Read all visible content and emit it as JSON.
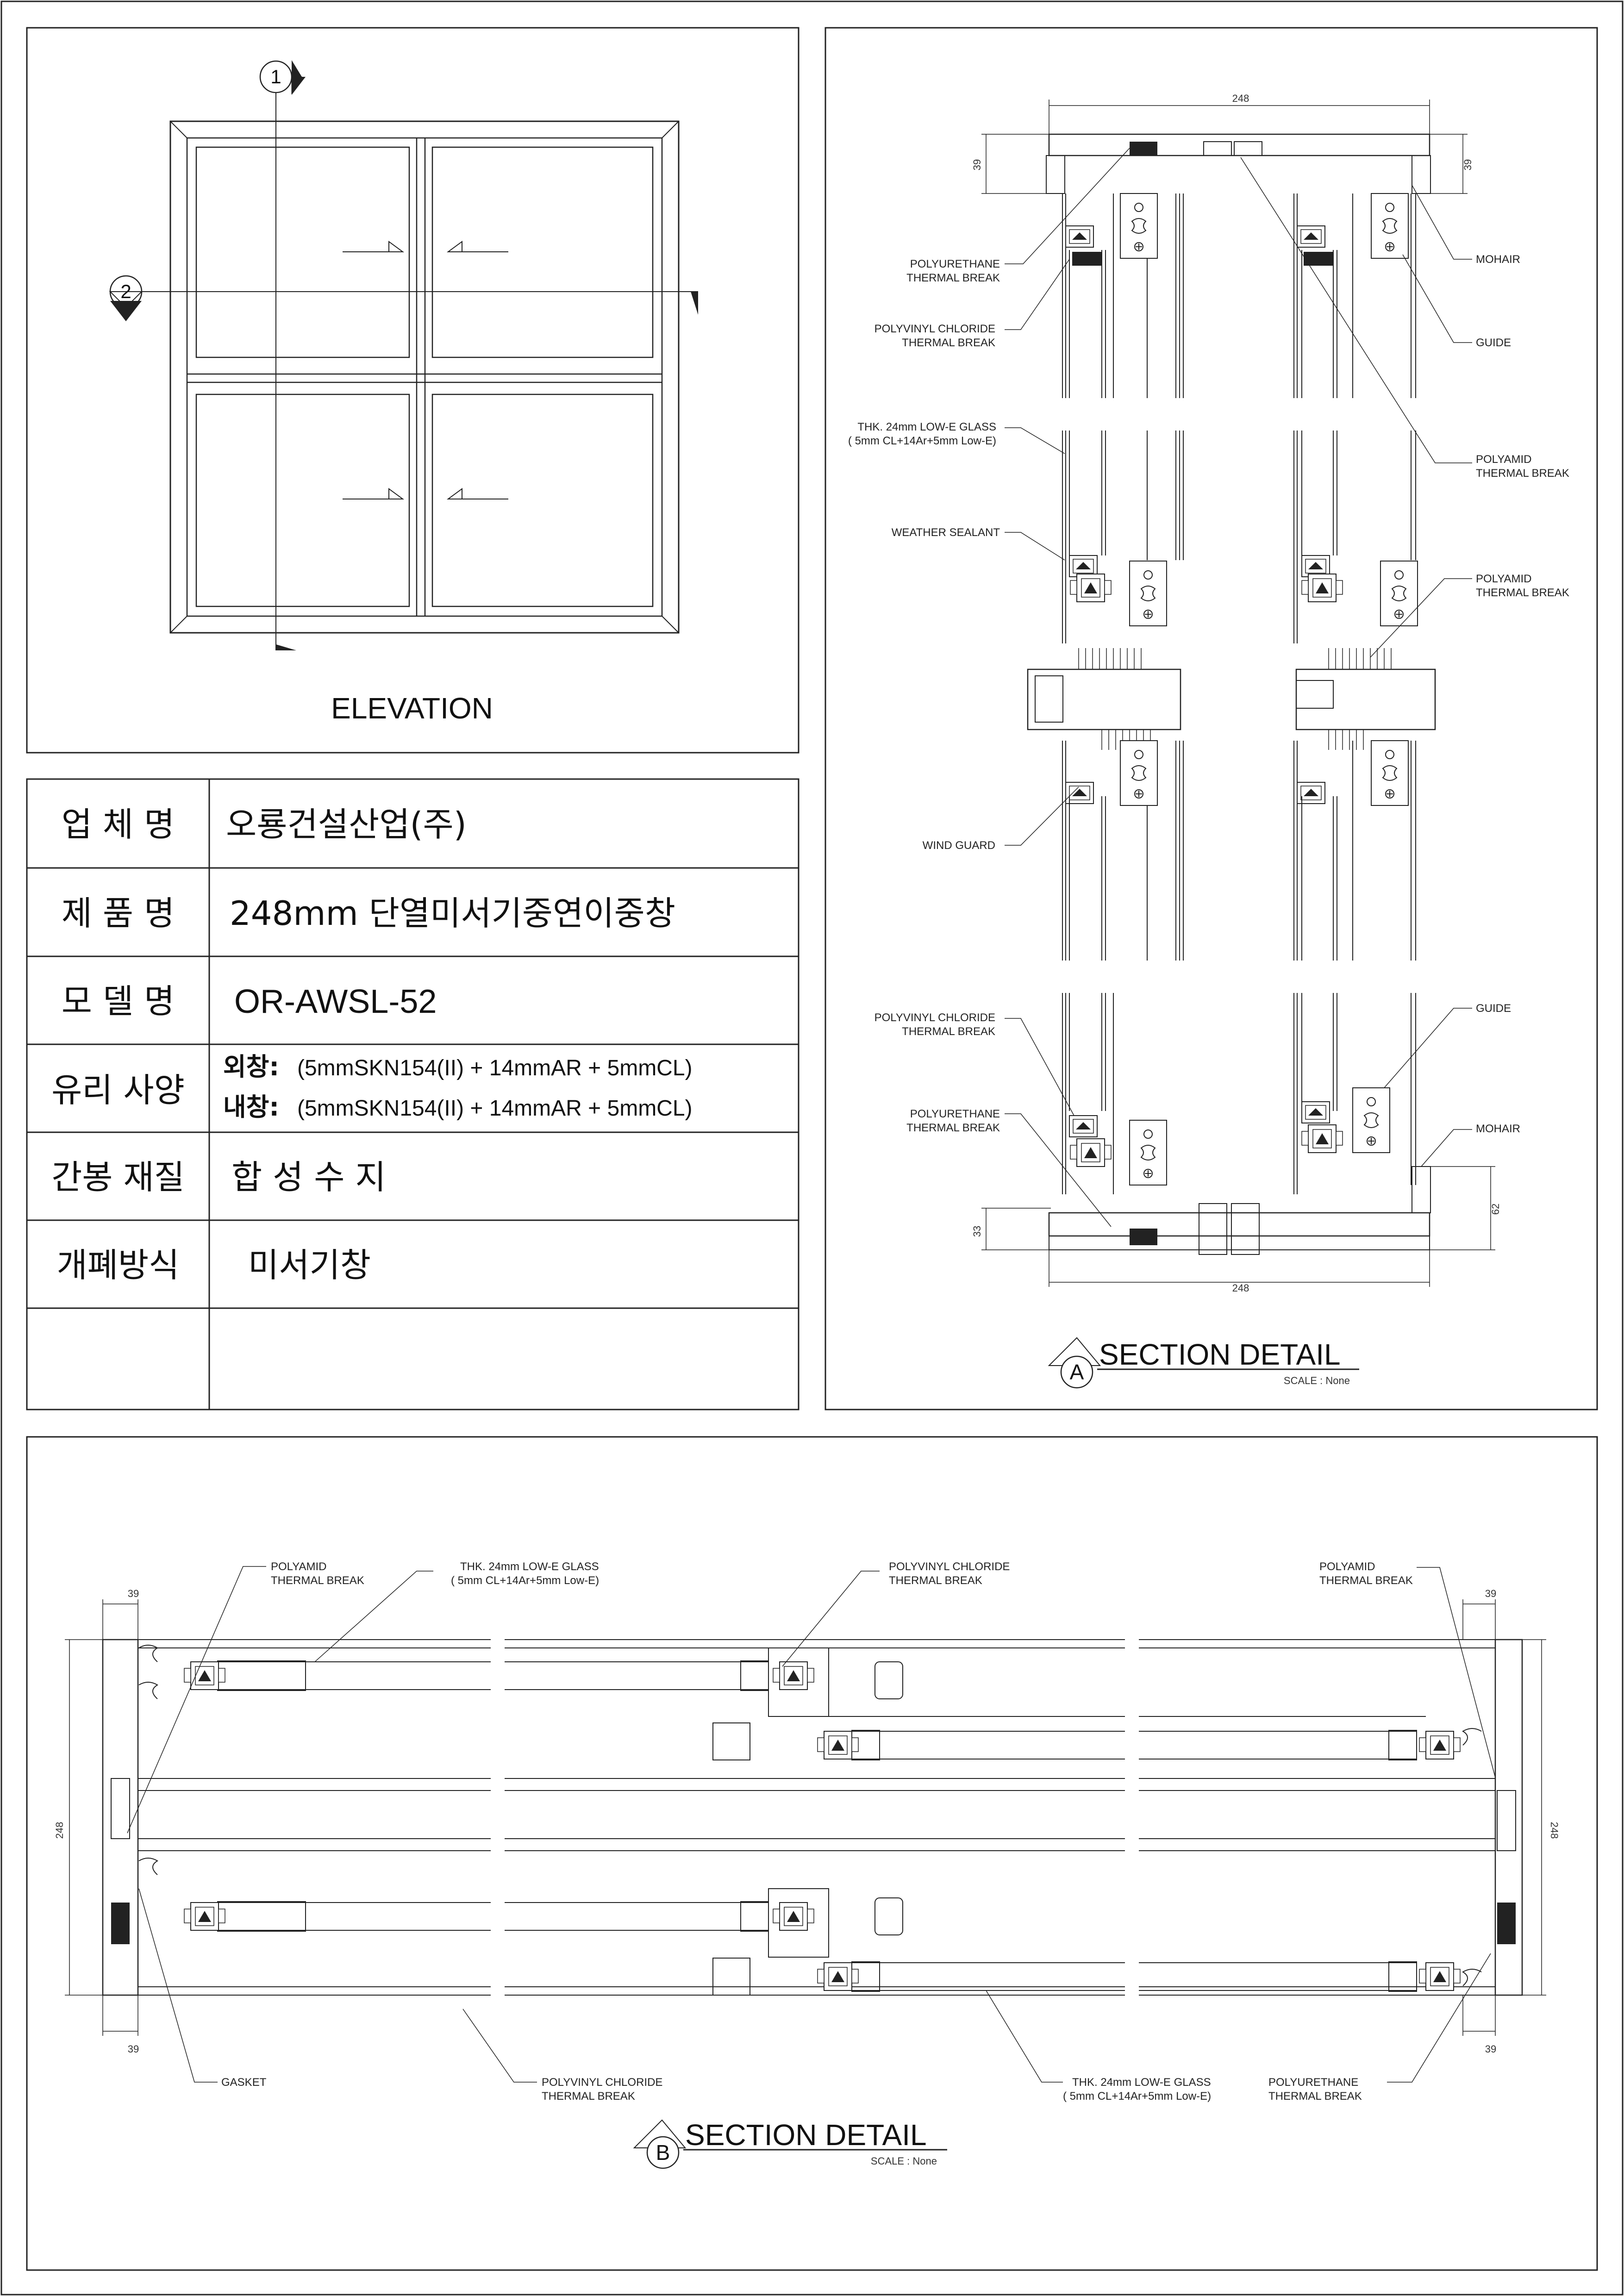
{
  "elevation": {
    "title": "ELEVATION",
    "axis1": "1",
    "axis2": "2"
  },
  "spec_table": {
    "rows": [
      {
        "label": "업 체 명",
        "value": "오룡건설산업(주)"
      },
      {
        "label": "제 품 명",
        "value": "248mm 단열미서기중연이중창"
      },
      {
        "label": "모 델 명",
        "value": "OR-AWSL-52"
      },
      {
        "label": "유리 사양",
        "outer_prefix": "외창:",
        "outer_value": "(5mmSKN154(II) + 14mmAR + 5mmCL)",
        "inner_prefix": "내창:",
        "inner_value": "(5mmSKN154(II) + 14mmAR + 5mmCL)"
      },
      {
        "label": "간봉 재질",
        "value": "합 성 수 지"
      },
      {
        "label": "개폐방식",
        "value": "미서기창"
      },
      {
        "label": "",
        "value": ""
      }
    ]
  },
  "section_a": {
    "marker": "A",
    "title": "SECTION DETAIL",
    "scale": "SCALE : None",
    "dims": {
      "width_top": "248",
      "width_bottom": "248",
      "h_top_left": "39",
      "h_top_right": "39",
      "h_bottom_left": "33",
      "h_bottom_right": "62"
    },
    "labels": {
      "pu_thermal_break": "POLYURETHANE\nTHERMAL BREAK",
      "pvc_thermal_break": "POLYVINYL CHLORIDE\nTHERMAL BREAK",
      "glass": "THK. 24mm LOW-E GLASS\n( 5mm CL+14Ar+5mm Low-E)",
      "weather_sealant": "WEATHER SEALANT",
      "wind_guard": "WIND GUARD",
      "pvc_thermal_break_2": "POLYVINYL CHLORIDE\nTHERMAL BREAK",
      "pu_thermal_break_2": "POLYURETHANE\nTHERMAL BREAK",
      "mohair": "MOHAIR",
      "guide": "GUIDE",
      "polyamid_1": "POLYAMID\nTHERMAL BREAK",
      "polyamid_2": "POLYAMID\nTHERMAL BREAK",
      "guide_2": "GUIDE",
      "mohair_2": "MOHAIR"
    }
  },
  "section_b": {
    "marker": "B",
    "title": "SECTION DETAIL",
    "scale": "SCALE : None",
    "dims": {
      "top_left": "39",
      "top_right": "39",
      "bottom_left": "39",
      "bottom_right": "39",
      "height_left": "248",
      "height_right": "248"
    },
    "labels": {
      "polyamid_left": "POLYAMID\nTHERMAL BREAK",
      "glass_top": "THK. 24mm LOW-E GLASS\n( 5mm CL+14Ar+5mm Low-E)",
      "pvc_top": "POLYVINYL CHLORIDE\nTHERMAL BREAK",
      "polyamid_right": "POLYAMID\nTHERMAL BREAK",
      "gasket": "GASKET",
      "pvc_bottom": "POLYVINYL CHLORIDE\nTHERMAL BREAK",
      "glass_bottom": "THK. 24mm LOW-E GLASS\n( 5mm CL+14Ar+5mm Low-E)",
      "pu_bottom": "POLYURETHANE\nTHERMAL BREAK"
    }
  }
}
